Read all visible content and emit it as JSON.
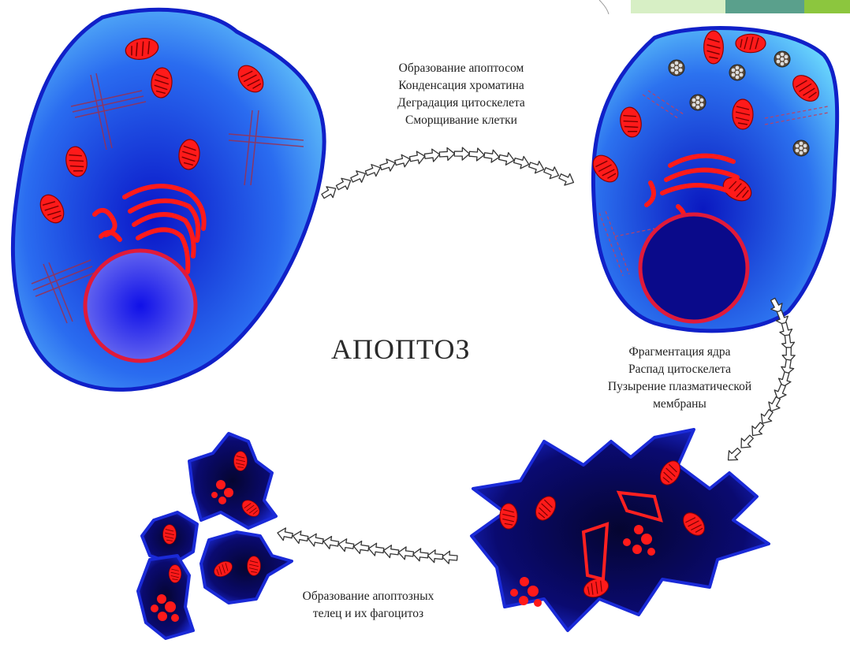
{
  "title": "АПОПТОЗ",
  "stage1_caption": [
    "Образование апоптосом",
    "Конденсация хроматина",
    "Деградация цитоскелета",
    "Сморщивание клетки"
  ],
  "stage2_caption": [
    "Фрагментация ядра",
    "Распад цитоскелета",
    "Пузырение плазматической",
    "мембраны"
  ],
  "stage3_caption": [
    "Образование апоптозных",
    "телец и их фагоцитоз"
  ],
  "colors": {
    "cell_light": "#6fe6ff",
    "cell_dark": "#1a2bd6",
    "membrane": "#1020c8",
    "organelle_red": "#ff1a1a",
    "nucleus_dark": "#0a0a8a",
    "body_dark": "#0a0a50",
    "arrow_outline": "#333333"
  },
  "icons": [
    "hollow-arrow-icon",
    "mitochondrion-icon",
    "golgi-icon",
    "nucleus-icon",
    "apoptosome-icon"
  ]
}
